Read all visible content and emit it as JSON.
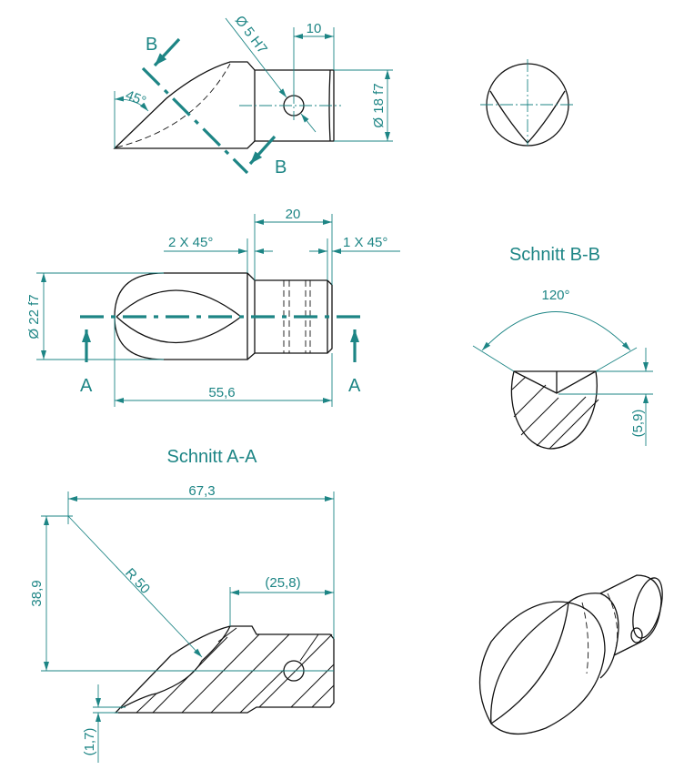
{
  "colors": {
    "dimension": "#1d8585",
    "outline": "#111111"
  },
  "top_view": {
    "section_label_top": "B",
    "section_label_bottom": "B",
    "angle": "45°",
    "hole_dim": "Ø 5 H7",
    "hole_pos_dim": "10",
    "shaft_dia": "Ø 18 f7"
  },
  "front_view": {
    "length_20": "20",
    "chamfer_left": "2 X 45°",
    "chamfer_right": "1 X 45°",
    "dia": "Ø 22 f7",
    "section_label_left": "A",
    "section_label_right": "A",
    "length_total": "55,6"
  },
  "section_bb": {
    "title": "Schnitt B-B",
    "angle": "120°",
    "depth": "(5,9)"
  },
  "section_aa": {
    "title": "Schnitt A-A",
    "length": "67,3",
    "height": "38,9",
    "radius": "R 50",
    "flat": "(25,8)",
    "offset": "(1,7)"
  }
}
